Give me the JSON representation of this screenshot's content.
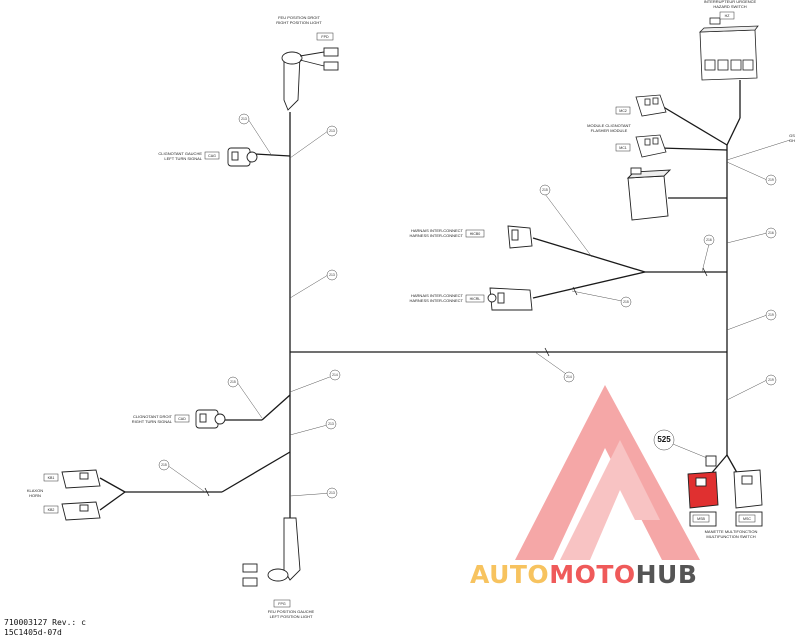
{
  "components": {
    "hazard_switch": {
      "title": "INTERRUPTEUR URGENCE",
      "subtitle": "HAZARD SWITCH",
      "tag": "HZ"
    },
    "right_position_light": {
      "title": "FEU POSITION DROIT",
      "subtitle": "RIGHT POSITION LIGHT",
      "tag": "FPD"
    },
    "left_position_light": {
      "title": "FEU POSITION GAUCHE",
      "subtitle": "LEFT POSITION LIGHT",
      "tag": "FPG"
    },
    "left_turn_signal": {
      "title": "CLIGNOTANT GAUCHE",
      "subtitle": "LEFT TURN SIGNAL",
      "tag": "CAG"
    },
    "right_turn_signal": {
      "title": "CLIGNOTANT DROIT",
      "subtitle": "RIGHT TURN SIGNAL",
      "tag": "CAD"
    },
    "flasher_module": {
      "title": "MODULE CLIGNOTANT",
      "subtitle": "FLASHER MODULE",
      "tags": [
        "MC2",
        "MC1"
      ]
    },
    "harness_inter_connect_1": {
      "title": "HARNAIS INTER-CONNECT",
      "subtitle": "HARNESS INTER-CONNECT",
      "tag": "HICB0"
    },
    "harness_inter_connect_2": {
      "title": "HARNAIS INTER-CONNECT",
      "subtitle": "HARNESS INTER-CONNECT",
      "tag": "HICRL"
    },
    "horn": {
      "title": "KLAXON",
      "subtitle": "HORN",
      "tags": [
        "KB1",
        "KB2"
      ]
    },
    "multifunction_switch": {
      "title": "MANETTE MULTIFONCTION",
      "subtitle": "MULTIFUNCTION SWITCH",
      "tags": [
        "MSB",
        "MSC"
      ]
    },
    "ground_tag": {
      "lines": [
        "GS",
        "GH"
      ]
    }
  },
  "callouts": [
    "213",
    "213",
    "213",
    "213",
    "213",
    "214",
    "214",
    "215",
    "215",
    "215",
    "215",
    "216",
    "216",
    "219",
    "219",
    "219",
    "220"
  ],
  "callout_highlight": "525",
  "footer": {
    "line1": "710003127 Rev.: c",
    "line2": "15C1405d-07d"
  },
  "watermark": {
    "part1": "AUTO",
    "part2": "MOTO",
    "part3": "HUB",
    "colors": [
      "#f7c35f",
      "#ef5a5a",
      "#555555"
    ]
  }
}
